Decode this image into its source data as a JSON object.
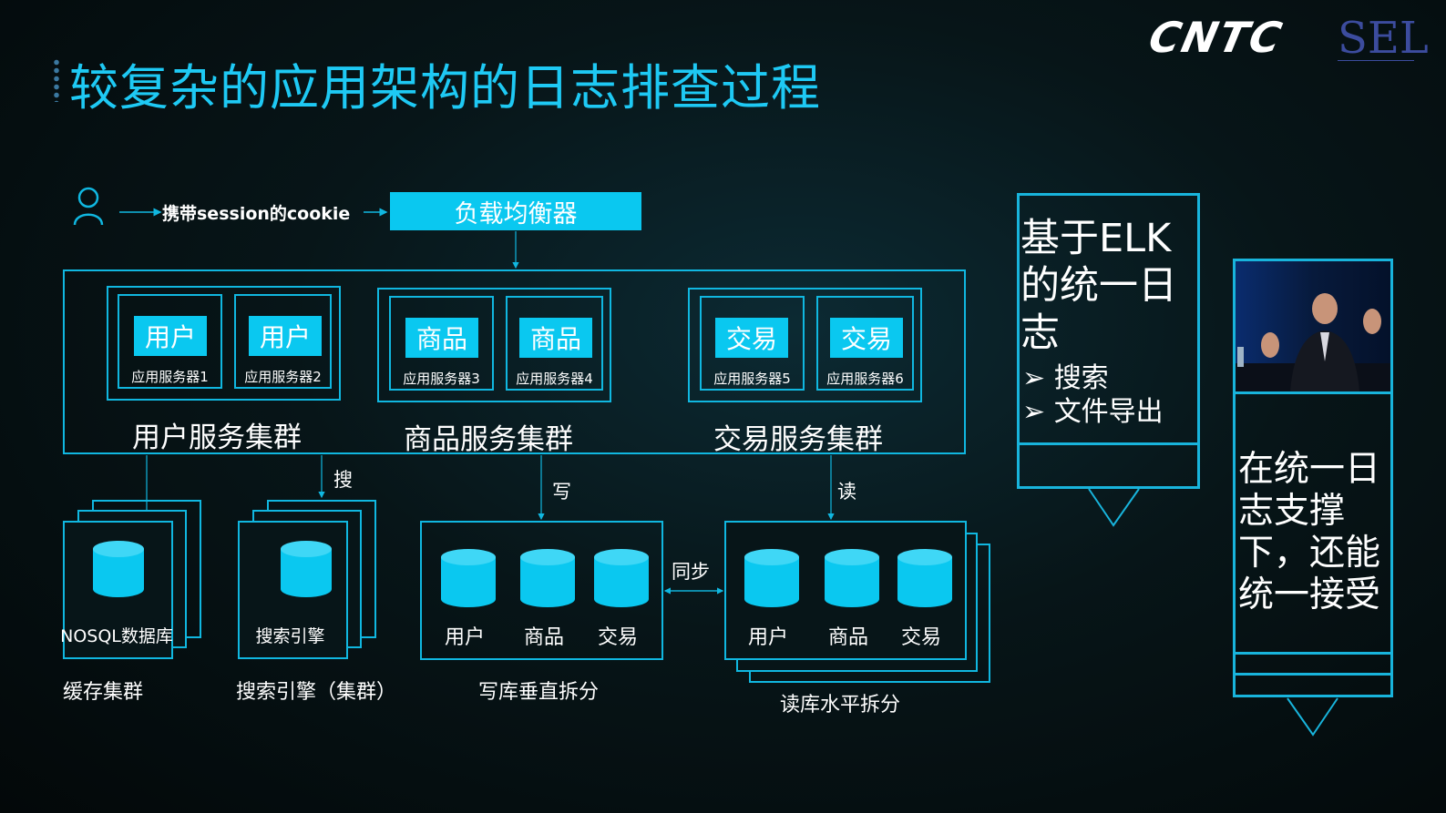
{
  "title": "较复杂的应用架构的日志排查过程",
  "logo": {
    "main": "CNTC",
    "secondary": "SEL"
  },
  "client": {
    "cookie_label": "携带session的cookie"
  },
  "load_balancer": "负载均衡器",
  "clusters": [
    {
      "name": "用户服务集群",
      "servers": [
        {
          "tag": "用户",
          "label": "应用服务器1"
        },
        {
          "tag": "用户",
          "label": "应用服务器2"
        }
      ]
    },
    {
      "name": "商品服务集群",
      "servers": [
        {
          "tag": "商品",
          "label": "应用服务器3"
        },
        {
          "tag": "商品",
          "label": "应用服务器4"
        }
      ]
    },
    {
      "name": "交易服务集群",
      "servers": [
        {
          "tag": "交易",
          "label": "应用服务器5"
        },
        {
          "tag": "交易",
          "label": "应用服务器6"
        }
      ]
    }
  ],
  "arrows": {
    "search": "搜",
    "write": "写",
    "read": "读",
    "sync": "同步"
  },
  "storage": {
    "cache": {
      "db_label": "NOSQL数据库",
      "caption": "缓存集群"
    },
    "search": {
      "db_label": "搜索引擎",
      "caption": "搜索引擎（集群）"
    },
    "write_db": {
      "dbs": [
        "用户",
        "商品",
        "交易"
      ],
      "caption": "写库垂直拆分"
    },
    "read_db": {
      "dbs": [
        "用户",
        "商品",
        "交易"
      ],
      "caption": "读库水平拆分"
    }
  },
  "elk_panel": {
    "title": "基于ELK的统一日志",
    "items": [
      "搜索",
      "文件导出"
    ]
  },
  "quote_panel": {
    "text": "在统一日志支撑下，还能统一接受"
  },
  "colors": {
    "accent": "#0ac8f0",
    "title": "#1ec9f4",
    "border": "#10b7e0"
  }
}
